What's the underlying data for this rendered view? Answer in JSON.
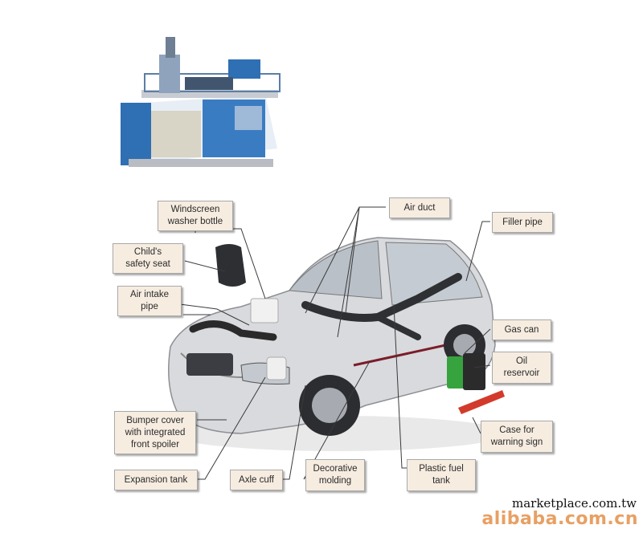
{
  "labels": {
    "windscreen": "Windscreen\nwasher bottle",
    "child_seat": "Child's\nsafety seat",
    "air_intake": "Air intake\npipe",
    "air_duct": "Air duct",
    "filler_pipe": "Filler pipe",
    "gas_can": "Gas can",
    "oil_reservoir": "Oil\nreservoir",
    "case_warning": "Case for\nwarning sign",
    "bumper": "Bumper cover\nwith integrated\nfront spoiler",
    "expansion_tank": "Expansion tank",
    "axle_cuff": "Axle cuff",
    "decorative_molding": "Decorative\nmolding",
    "plastic_fuel_tank": "Plastic fuel\ntank"
  },
  "watermark": {
    "line1": "marketplace.com.tw",
    "line2": "alibaba.com.cn"
  },
  "colors": {
    "label_bg": "#f6ece0",
    "leader": "#3a3a3a",
    "machine_blue": "#2f6fb3",
    "car_body": "#d9dadd",
    "watermark_orange": "#e8a063"
  }
}
